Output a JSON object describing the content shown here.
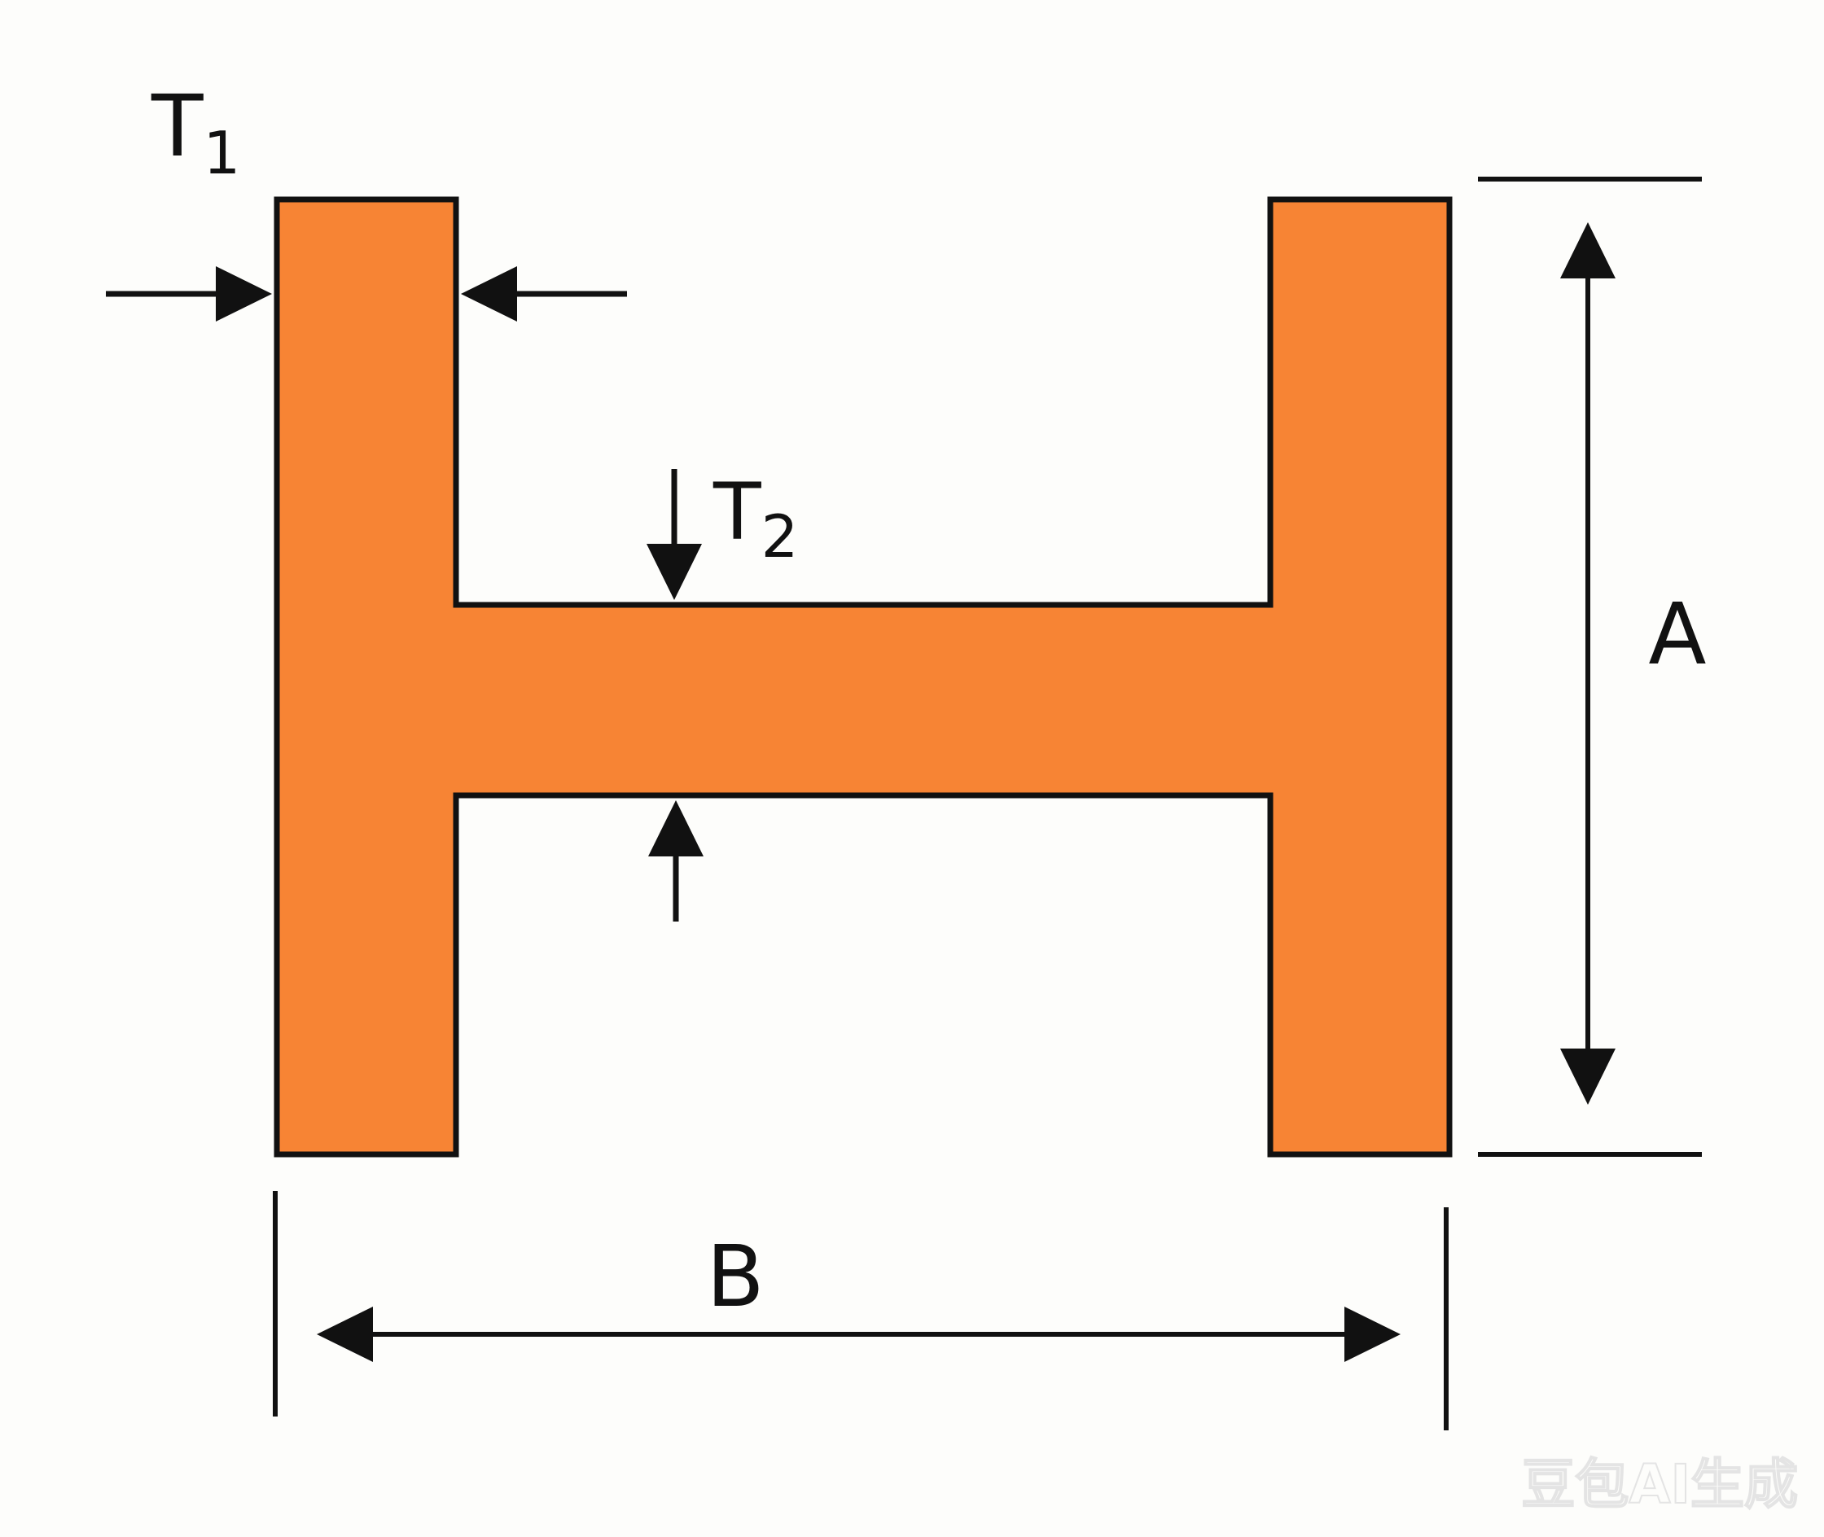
{
  "labels": {
    "t1_main": "T",
    "t1_sub": "1",
    "t2_main": "T",
    "t2_sub": "2",
    "dim_a": "A",
    "dim_b": "B"
  },
  "watermark": "豆包AI生成",
  "colors": {
    "beam_fill": "#f78434",
    "stroke": "#111111",
    "background": "#fdfdfb"
  }
}
